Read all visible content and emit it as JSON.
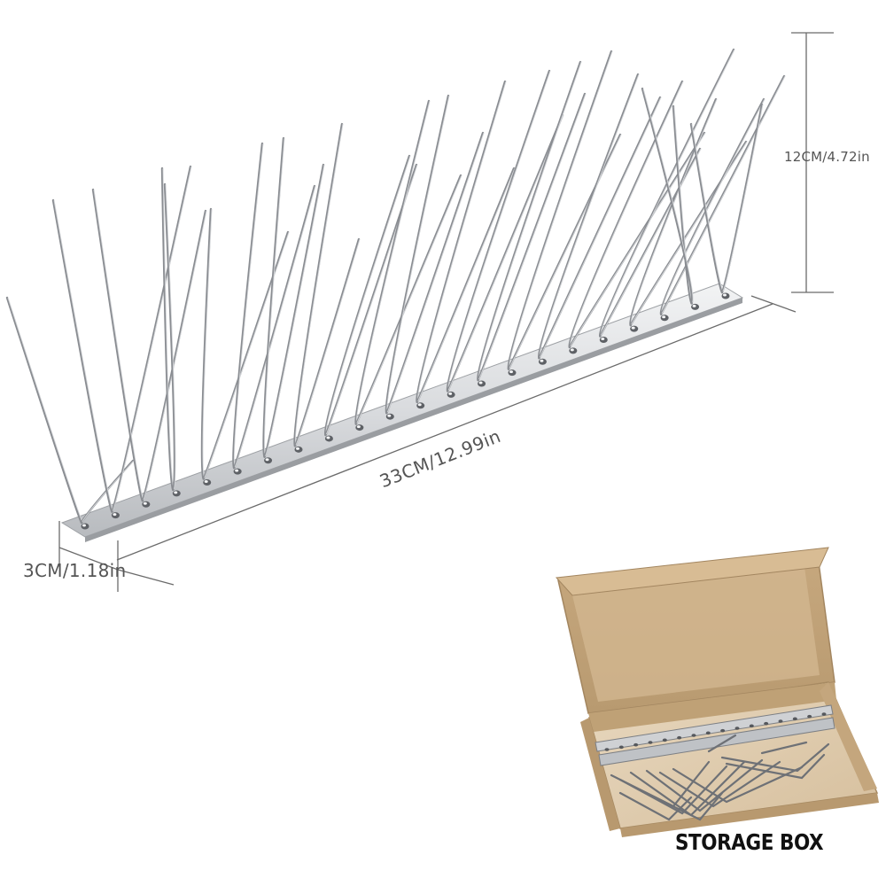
{
  "labels": {
    "height": "12CM/4.72in",
    "length": "33CM/12.99in",
    "width": "3CM/1.18in",
    "storage_box": "STORAGE BOX"
  },
  "colors": {
    "metal": "#8a8d92",
    "metal_light": "#d5d7da",
    "cardboard": "#c9ab82",
    "cardboard_dark": "#a78a62",
    "dimension_line": "#6b6b6b"
  }
}
